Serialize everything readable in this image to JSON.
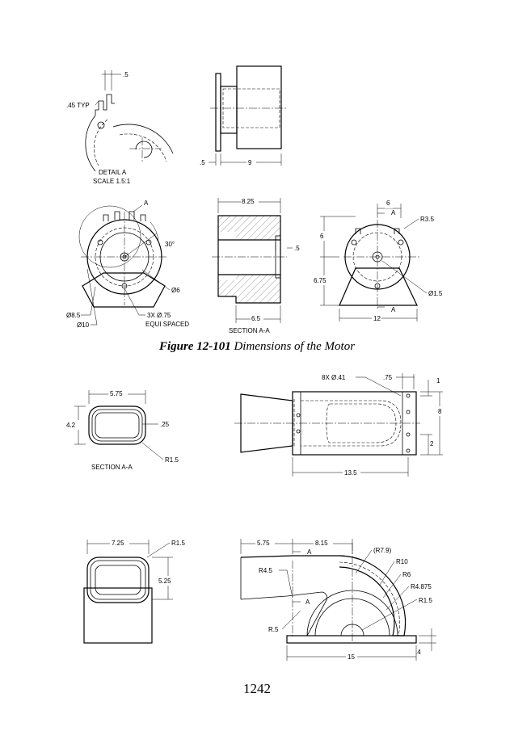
{
  "figure": {
    "number": "Figure 12-101",
    "title": "Dimensions of the Motor"
  },
  "page_number": "1242",
  "top_drawing": {
    "detail_a": {
      "dim_width": ".5",
      "dim_typ": ".45 TYP",
      "label": "DETAIL A",
      "scale": "SCALE 1.5:1"
    },
    "side_view": {
      "dim_flange": ".5",
      "dim_length": "9"
    },
    "front_view": {
      "section_mark": "A",
      "angle": "30°",
      "dia_small": "Ø6",
      "dia_mid": "Ø8.5",
      "dia_outer": "Ø10",
      "holes": "3X Ø.75",
      "holes_note": "EQUI SPACED"
    },
    "section_view": {
      "dim_top": "8.25",
      "dim_step": ".5",
      "dim_bottom": "6.5",
      "label": "SECTION A-A"
    },
    "right_view": {
      "dim_top": "6",
      "section_mark_top": "A",
      "radius": "R3.5",
      "dim_vert_upper": "6",
      "dim_vert_lower": "6.75",
      "hole": "Ø1.5",
      "section_mark_bottom": "A",
      "dim_width": "12"
    }
  },
  "bottom_drawing": {
    "section_aa": {
      "dim_width": "5.75",
      "dim_height": "4.2",
      "dim_wall": ".25",
      "radius": "R1.5",
      "label": "SECTION A-A"
    },
    "top_view": {
      "holes": "8X Ø.41",
      "dim_edge": ".75",
      "dim_right_1": "1",
      "dim_right_8": "8",
      "dim_right_2": "2",
      "dim_length": "13.5"
    },
    "end_view": {
      "dim_width": "7.25",
      "radius": "R1.5",
      "dim_height": "5.25"
    },
    "side_view": {
      "dim_left": "5.75",
      "dim_mid": "8.15",
      "ref_radius": "(R7.9)",
      "r10": "R10",
      "r6": "R6",
      "r4875": "R4.875",
      "r15": "R1.5",
      "r45": "R4.5",
      "r5": "R.5",
      "section_mark": "A",
      "dim_base": "15",
      "dim_thk": ".4"
    }
  }
}
